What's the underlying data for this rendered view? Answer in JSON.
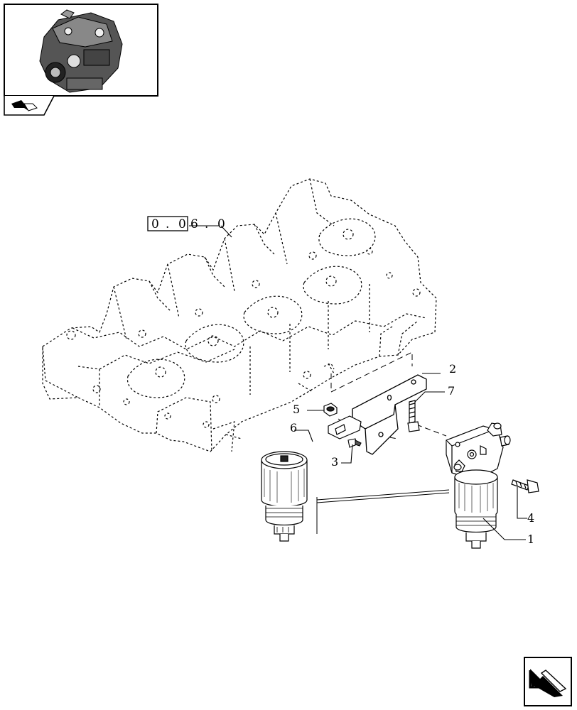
{
  "reference": {
    "digits": [
      "0",
      ".",
      "0",
      "6",
      ".",
      "0"
    ]
  },
  "callouts": [
    "1",
    "2",
    "3",
    "4",
    "5",
    "6",
    "7"
  ],
  "icons": {
    "thumbnail": "engine-thumbnail-icon",
    "nav_back": "back-arrow-icon",
    "nav_next": "next-page-arrow-icon"
  },
  "colors": {
    "line": "#000000",
    "background": "#ffffff"
  }
}
